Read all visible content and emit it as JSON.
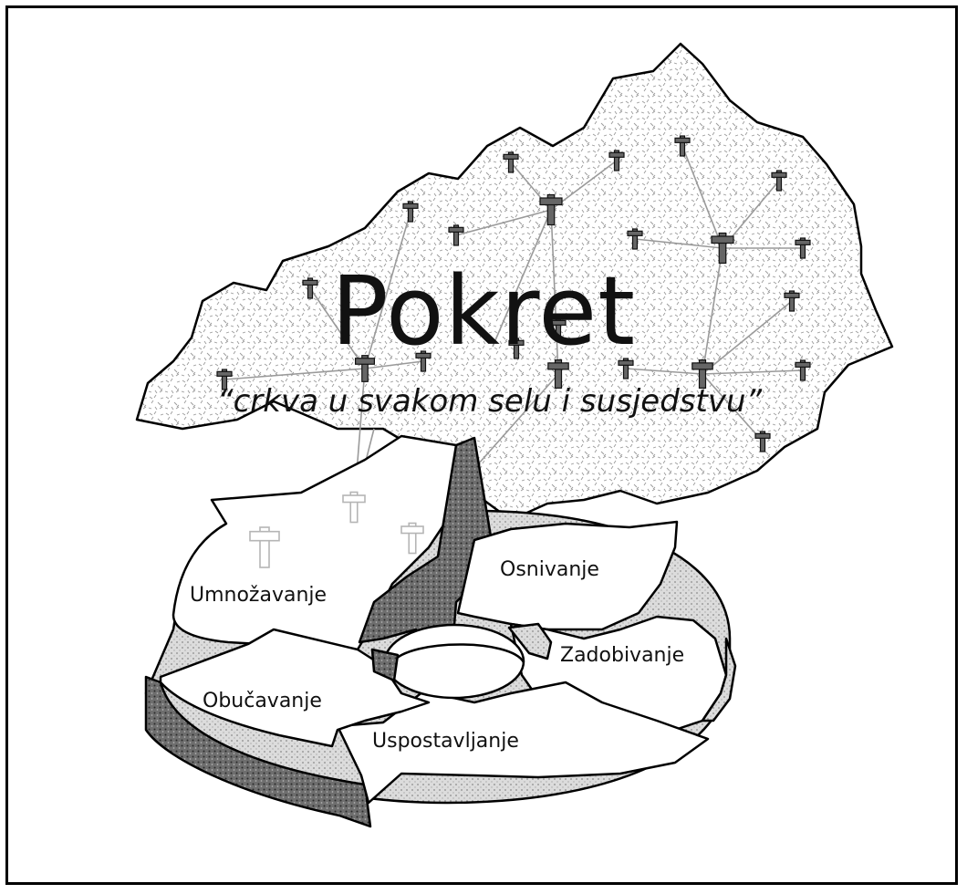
{
  "title": "Pokret",
  "subtitle": "“crkva u svakom selu i susjedstvu”",
  "cycle": {
    "stages": [
      {
        "name": "osnivanje",
        "label": "Osnivanje"
      },
      {
        "name": "zadobivanje",
        "label": "Zadobivanje"
      },
      {
        "name": "uspostavljanje",
        "label": "Uspostavljanje"
      },
      {
        "name": "obucavanje",
        "label": "Obučavanje"
      },
      {
        "name": "umnozavanje",
        "label": "Umnožavanje"
      }
    ]
  },
  "icons": {
    "node": "cross-icon",
    "region": "region-map-icon"
  },
  "colors": {
    "line": "#000000",
    "stipple": "#8c8c8c",
    "dark_stipple": "#4a4a4a",
    "light_stipple": "#d0d0d0"
  }
}
